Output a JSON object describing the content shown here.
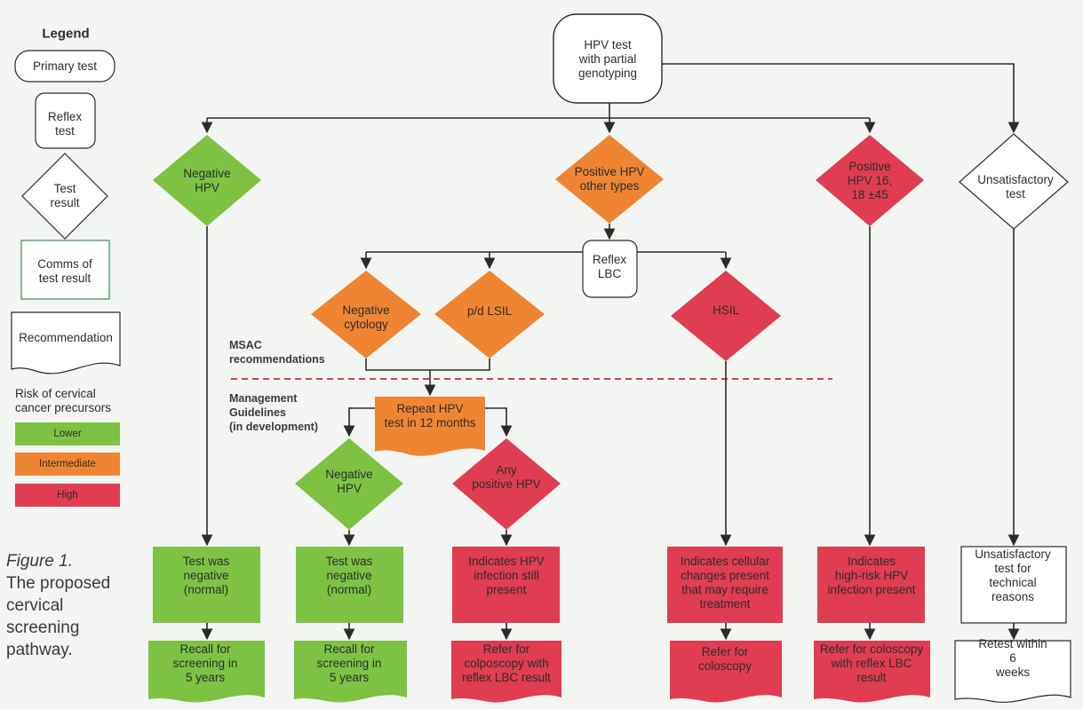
{
  "legend": {
    "title": "Legend",
    "primary_test": "Primary test",
    "reflex_test": "Reflex\ntest",
    "test_result": "Test\nresult",
    "comms": "Comms of\ntest result",
    "recommendation": "Recommendation",
    "risk_title": "Risk of cervical\ncancer precursors",
    "risk_lower": "Lower",
    "risk_intermediate": "Intermediate",
    "risk_high": "High"
  },
  "colors": {
    "lower": "#7dc242",
    "intermediate": "#ef8533",
    "high": "#e03c52",
    "background": "#f3f5f2",
    "line": "#2b2b2b",
    "dashed": "#e03c52"
  },
  "caption": {
    "figure": "Figure 1.",
    "text": "The proposed\ncervical\nscreening\npathway."
  },
  "sections": {
    "msac": "MSAC\nrecommendations",
    "management": "Management\nGuidelines\n(in development)"
  },
  "nodes": {
    "hpv_test": "HPV test\nwith partial\ngenotyping",
    "negative_hpv": "Negative\nHPV",
    "positive_other": "Positive HPV\nother types",
    "positive_16_18": "Positive\nHPV 16,\n18 ±45",
    "unsatisfactory": "Unsatisfactory\ntest",
    "reflex_lbc": "Reflex\nLBC",
    "negative_cytology": "Negative\ncytology",
    "pd_lsil": "p/d LSIL",
    "hsil": "HSIL",
    "repeat_hpv": "Repeat HPV\ntest in 12 months",
    "negative_hpv_2": "Negative\nHPV",
    "any_positive_hpv": "Any\npositive HPV",
    "test_negative_1": "Test was\nnegative\n(normal)",
    "test_negative_2": "Test was\nnegative\n(normal)",
    "infection_present": "Indicates HPV\ninfection still\npresent",
    "cellular_changes": "Indicates cellular\nchanges present\nthat may require\ntreatment",
    "high_risk_infection": "Indicates\nhigh-risk HPV\ninfection present",
    "unsatisfactory_reasons": "Unsatisfactory\ntest for technical\nreasons",
    "recall_1": "Recall for\nscreening in\n5 years",
    "recall_2": "Recall for\nscreening in\n5 years",
    "refer_colposcopy_lbc": "Refer for\ncolposcopy with\nreflex LBC result",
    "refer_coloscopy": "Refer for\ncoloscopy",
    "refer_coloscopy_lbc": "Refer for coloscopy\nwith reflex LBC\nresult",
    "retest": "Retest within 6\nweeks"
  }
}
